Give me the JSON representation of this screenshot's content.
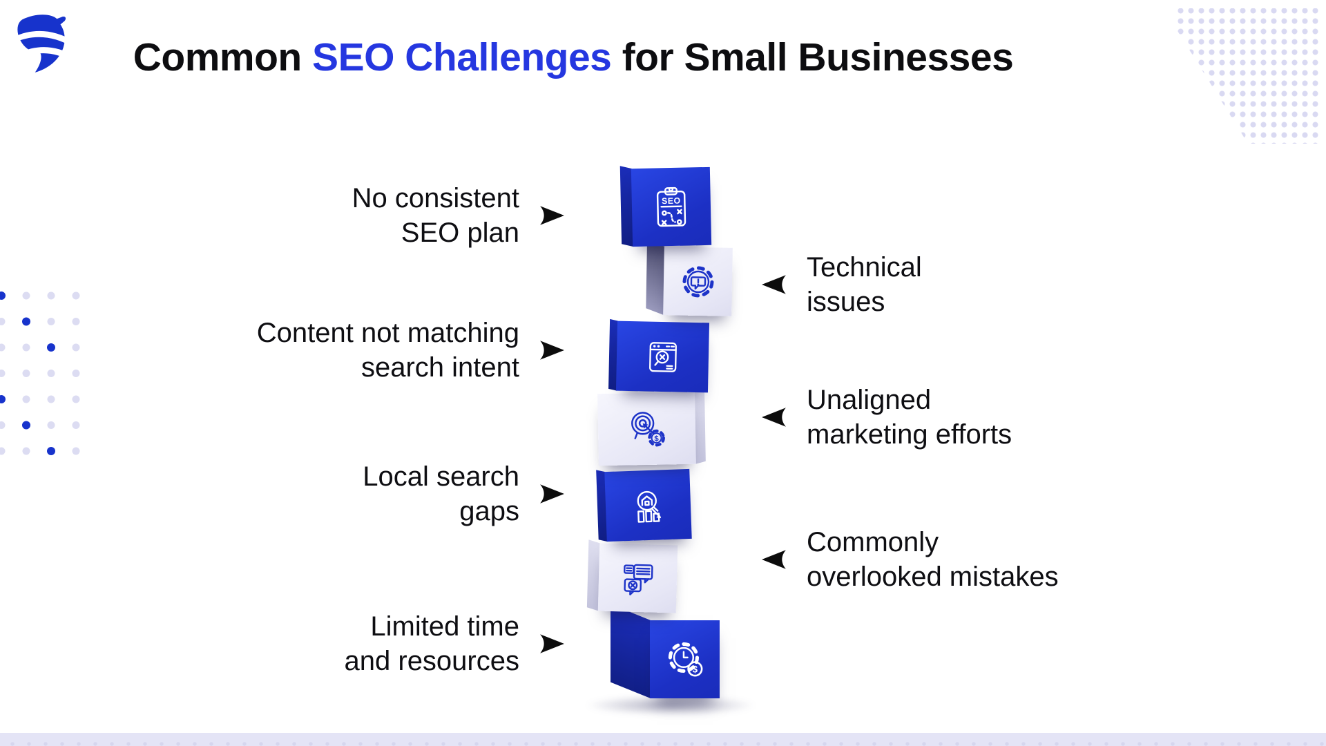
{
  "brand": {
    "logo_icon": "phoenix-logo-icon",
    "colors": {
      "primary_blue": "#2537e0",
      "cube_blue": "#1d33c8",
      "cube_blue_dark": "#111f87",
      "cube_light": "#ebebf8",
      "lavender_accent": "#e4e4f6",
      "dot_lavender": "#d9d9f2",
      "text_black": "#0d0d10"
    }
  },
  "title": {
    "part1": "Common ",
    "highlight": "SEO Challenges",
    "part2": " for Small Businesses"
  },
  "challenges": [
    {
      "label": "No consistent\nSEO plan",
      "side": "left",
      "cube_color": "blue",
      "icon": "seo-plan-clipboard-icon",
      "arrow_icon": "arrowhead-right-icon"
    },
    {
      "label": "Technical\nissues",
      "side": "right",
      "cube_color": "light",
      "icon": "gear-alert-message-icon",
      "arrow_icon": "arrowhead-left-icon"
    },
    {
      "label": "Content not matching\nsearch intent",
      "side": "left",
      "cube_color": "blue",
      "icon": "browser-search-mismatch-icon",
      "arrow_icon": "arrowhead-right-icon"
    },
    {
      "label": "Unaligned\nmarketing efforts",
      "side": "right",
      "cube_color": "light",
      "icon": "target-arrow-money-gear-icon",
      "arrow_icon": "arrowhead-left-icon"
    },
    {
      "label": "Local search\ngaps",
      "side": "left",
      "cube_color": "blue",
      "icon": "local-search-magnifier-icon",
      "arrow_icon": "arrowhead-right-icon"
    },
    {
      "label": "Commonly\noverlooked mistakes",
      "side": "right",
      "cube_color": "light",
      "icon": "chat-error-bubbles-icon",
      "arrow_icon": "arrowhead-left-icon"
    },
    {
      "label": "Limited time\nand resources",
      "side": "left",
      "cube_color": "blue",
      "icon": "time-money-gear-icon",
      "arrow_icon": "arrowhead-right-icon"
    }
  ]
}
